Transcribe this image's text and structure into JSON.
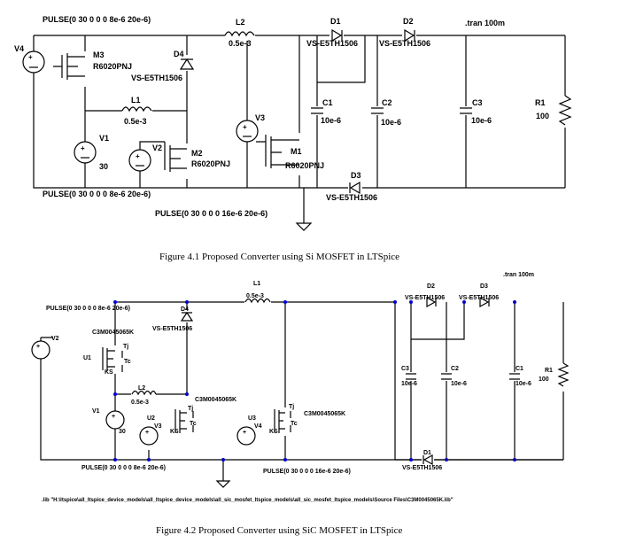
{
  "figure1": {
    "caption": "Figure 4.1 Proposed Converter using Si MOSFET in LTSpice",
    "pulse1": "PULSE(0 30 0 0 0 8e-6 20e-6)",
    "pulse2": "PULSE(0 30 0 0 0 8e-6 20e-6)",
    "pulse3": "PULSE(0 30 0 0 0 16e-6 20e-6)",
    "tran": ".tran 100m",
    "V4": "V4",
    "V1": "V1",
    "V1_value": "30",
    "V2": "V2",
    "V3": "V3",
    "M3": "M3",
    "M3_model": "R6020PNJ",
    "M2": "M2",
    "M2_model": "R6020PNJ",
    "M1": "M1",
    "M1_model": "R6020PNJ",
    "D4": "D4",
    "D4_model": "VS-E5TH1506",
    "L1": "L1",
    "L1_value": "0.5e-3",
    "L2": "L2",
    "L2_value": "0.5e-3",
    "D1": "D1",
    "D1_model": "VS-E5TH1506",
    "D2": "D2",
    "D2_model": "VS-E5TH1506",
    "D3": "D3",
    "D3_model": "VS-E5TH1506",
    "C1": "C1",
    "C1_value": "10e-6",
    "C2": "C2",
    "C2_value": "10e-6",
    "C3": "C3",
    "C3_value": "10e-6",
    "R1": "R1",
    "R1_value": "100"
  },
  "figure2": {
    "caption": "Figure 4.2 Proposed Converter using SiC MOSFET in LTSpice",
    "tran": ".tran 100m",
    "pulse1": "PULSE(0 30 0 0 0 8e-6 20e-6)",
    "pulse2": "PULSE(0 30 0 0 0 8e-6 20e-6)",
    "pulse3": "PULSE(0 30 0 0 0 16e-6 20e-6)",
    "lib": ".lib \"H:\\ltspice\\all_ltspice_device_models\\all_ltspice_device_models\\all_sic_mosfet_ltspice_models\\all_sic_mosfet_ltspice_models\\Source Files\\C3M0045065K.lib\"",
    "V2": "V2",
    "V1": "V1",
    "V1_value": "30",
    "V3": "V3",
    "V4": "V4",
    "U1": "U1",
    "U2": "U2",
    "U3": "U3",
    "mos_model": "C3M0045065K",
    "tj": "Tj",
    "tc": "Tc",
    "ks": "KS",
    "D4": "D4",
    "D4_model": "VS-E5TH1506",
    "L1": "L1",
    "L1_value": "0.5e-3",
    "L2": "L2",
    "L2_value": "0.5e-3",
    "D2": "D2",
    "D2_model": "VS-E5TH1506",
    "D3": "D3",
    "D3_model": "VS-E5TH1506",
    "D1": "D1",
    "D1_model": "VS-E5TH1506",
    "C3": "C3",
    "C3_value": "10e-6",
    "C2": "C2",
    "C2_value": "10e-6",
    "C1": "C1",
    "C1_value": "10e-6",
    "R1": "R1",
    "R1_value": "100"
  }
}
